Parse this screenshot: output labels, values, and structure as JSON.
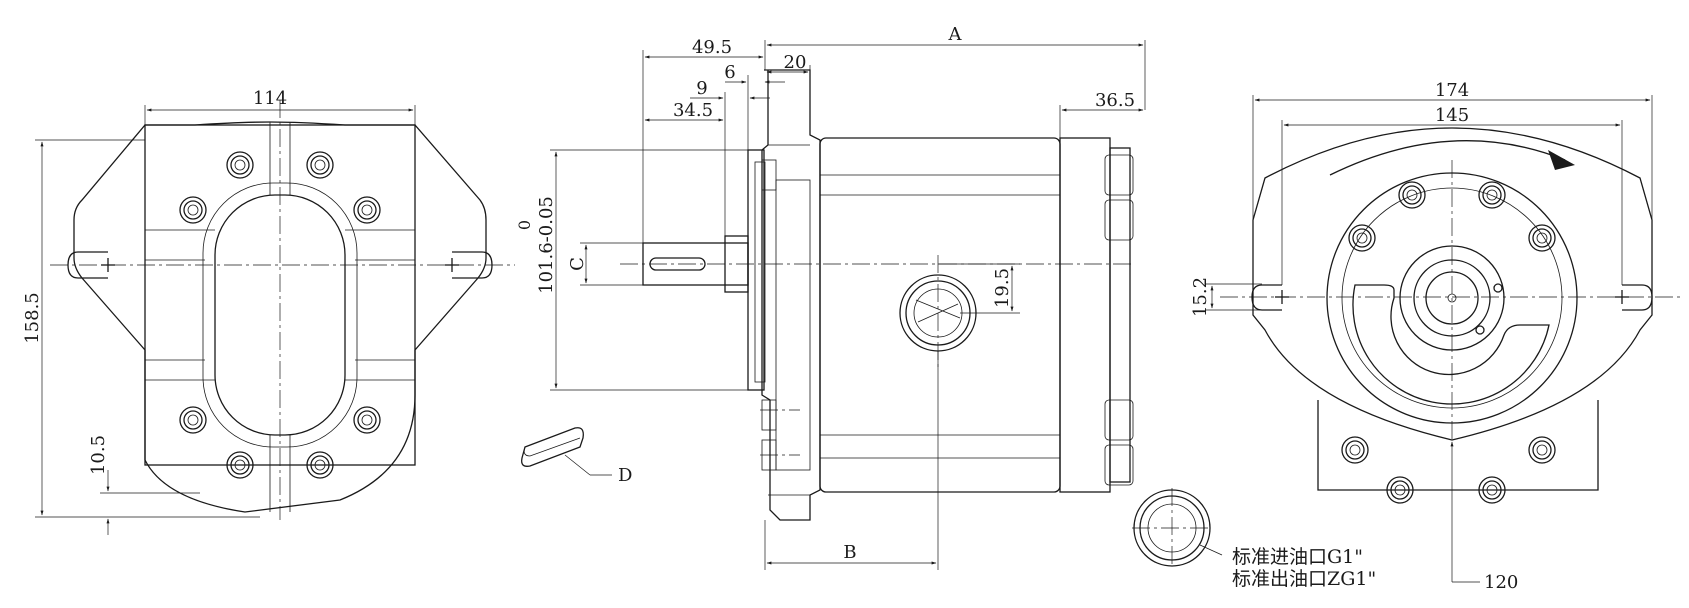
{
  "drawing": {
    "front_view": {
      "width_dim": "114",
      "height_dim": "158.5",
      "offset_dim": "10.5"
    },
    "side_view": {
      "dim_overall": "A",
      "dim_49_5": "49.5",
      "dim_20": "20",
      "dim_9": "9",
      "dim_6": "6",
      "dim_34_5": "34.5",
      "dim_36_5": "36.5",
      "pilot_dia": "101.6-0.05",
      "pilot_tol_upper": "0",
      "shaft_dim": "C",
      "port_offset": "19.5",
      "port_pos_dim": "B",
      "key_label": "D"
    },
    "rear_view": {
      "dim_174": "174",
      "dim_145": "145",
      "dim_15_2": "15.2",
      "dim_120": "120"
    },
    "port_note": {
      "inlet": "标准进油口G1\"",
      "outlet": "标准出油口ZG1\""
    }
  }
}
